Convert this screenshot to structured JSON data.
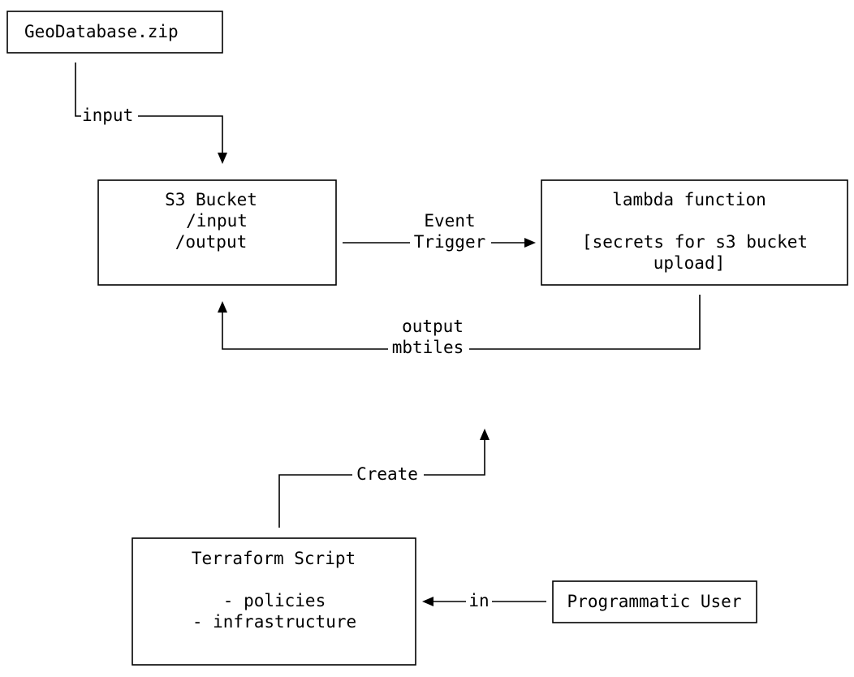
{
  "colors": {
    "background": "#ffffff",
    "stroke": "#000000",
    "text": "#000000"
  },
  "nodes": {
    "geodatabase": {
      "label": "GeoDatabase.zip"
    },
    "s3_bucket": {
      "lines": [
        "S3 Bucket",
        "/input",
        "/output"
      ]
    },
    "lambda": {
      "lines": [
        "lambda function",
        "",
        "[secrets for s3 bucket",
        "upload]"
      ]
    },
    "terraform": {
      "lines": [
        "Terraform Script",
        "",
        "- policies",
        "- infrastructure"
      ]
    },
    "programmatic_user": {
      "label": "Programmatic User"
    }
  },
  "edges": {
    "input": {
      "label": "input"
    },
    "event_trigger": {
      "lines": [
        "Event",
        "Trigger"
      ]
    },
    "output_mbtiles": {
      "lines": [
        "output",
        "mbtiles"
      ]
    },
    "create": {
      "label": "Create"
    },
    "in": {
      "label": "in"
    }
  }
}
